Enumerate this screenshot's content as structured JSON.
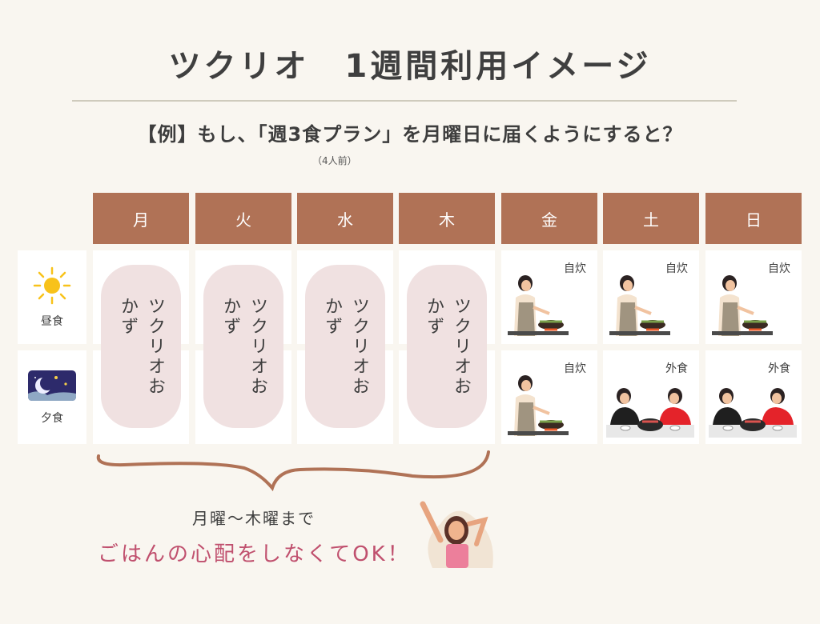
{
  "title": "ツクリオ　1週間利用イメージ",
  "subtitle": "【例】もし、「週3食プラン」を月曜日に届くようにすると？",
  "servings": "（4人前）",
  "days": [
    "月",
    "火",
    "水",
    "木",
    "金",
    "土",
    "日"
  ],
  "meals": {
    "lunch": "昼食",
    "dinner": "夕食"
  },
  "tsukurio_label": "ツクリオ\nおかず",
  "lunch_cells": [
    "ツクリオおかず",
    "ツクリオおかず",
    "ツクリオおかず",
    "ツクリオおかず",
    "自炊",
    "自炊",
    "自炊"
  ],
  "dinner_cells": [
    "ツクリオおかず",
    "ツクリオおかず",
    "ツクリオおかず",
    "ツクリオおかず",
    "自炊",
    "外食",
    "外食"
  ],
  "tags": {
    "fri_lunch": "自炊",
    "sat_lunch": "自炊",
    "sun_lunch": "自炊",
    "fri_dinner": "自炊",
    "sat_dinner": "外食",
    "sun_dinner": "外食"
  },
  "pills": [
    "ツクリオおかず",
    "ツクリオおかず",
    "ツクリオおかず",
    "ツクリオおかず"
  ],
  "caption_line1": "月曜～木曜まで",
  "caption_line2": "ごはんの心配をしなくてOK！",
  "colors": {
    "header": "#b07256",
    "pill": "#f0e1e1",
    "accent": "#c0506e",
    "background": "#f9f6f0"
  }
}
